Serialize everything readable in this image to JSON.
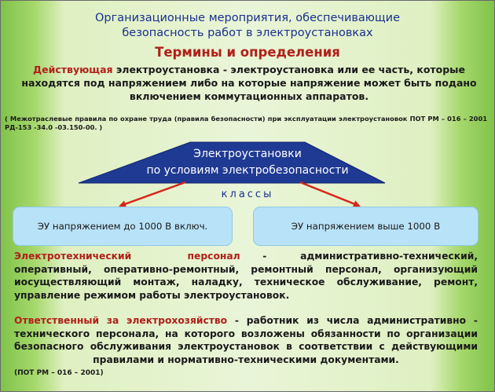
{
  "header": {
    "title_line1": "Организационные мероприятия, обеспечивающие",
    "title_line2": "безопасность работ в электроустановках",
    "section_title": "Термины  и  определения"
  },
  "definition": {
    "term": "Действующая",
    "text": " электроустановка - электроустановка или ее часть, которые находятся под напряжением либо на которые напряжение может быть подано включением коммутационных аппаратов."
  },
  "source_note": "( Межотраслевые правила по охране труда (правила безопасности) при эксплуатации электроустановок ПОТ РМ – 016 – 2001 РД-153 -34.0 -03.150-00. )",
  "diagram": {
    "top_line1": "Электроустановки",
    "top_line2": "по условиям электробезопасности",
    "classes_label": "классы",
    "box_left": "ЭУ напряжением до 1000 В включ.",
    "box_right": "ЭУ напряжением выше 1000 В",
    "colors": {
      "trapezoid": "#1f3a93",
      "arrow": "#d6261c",
      "box": "#b8e2f7"
    }
  },
  "personnel": {
    "term": "Электротехнический          персонал",
    "text": "    -      административно-технический, оперативный, оперативно-ремонтный, ремонтный персонал, организующий иосуществляющий монтаж, наладку, техническое обслуживание, ремонт, управление режимом работы электроустановок."
  },
  "responsible": {
    "term": "Ответственный за электрохозяйство",
    "text": " - работник из числа административно - технического персонала, на которого возложены обязанности по организации безопасного обслуживания электроустановок в соответствии с действующими правилами и нормативно-техническими документами."
  },
  "source_note2": "(ПОТ РМ – 016 – 2001)"
}
